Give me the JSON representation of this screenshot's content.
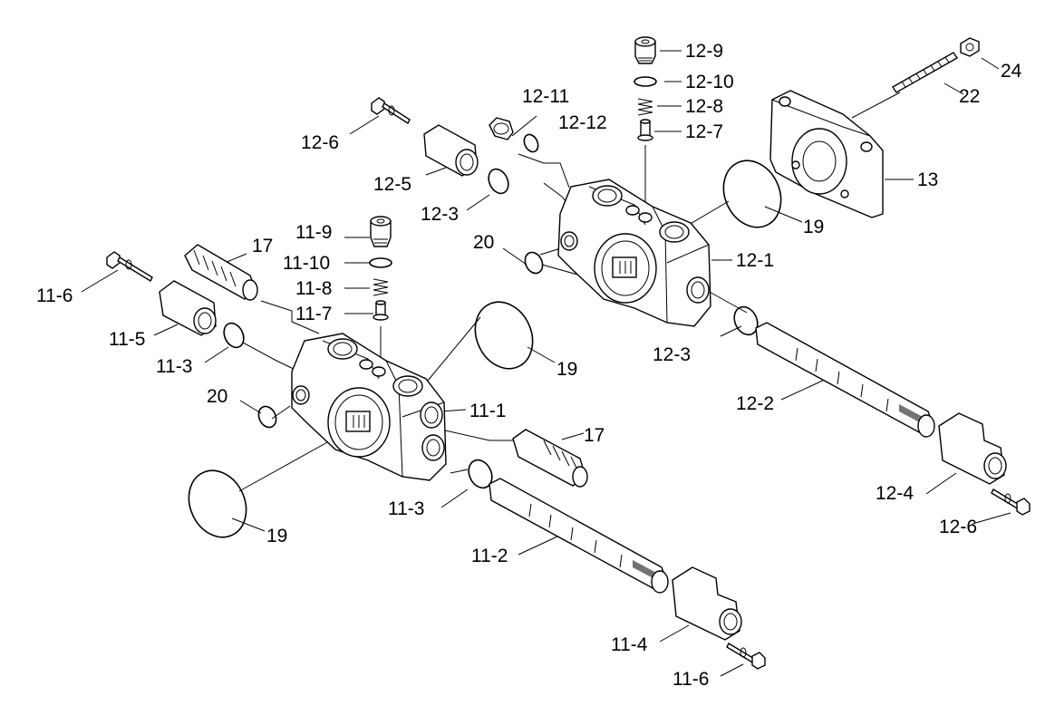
{
  "labels": {
    "l_12_9": "12-9",
    "l_12_10": "12-10",
    "l_12_8": "12-8",
    "l_12_7": "12-7",
    "l_12_11": "12-11",
    "l_12_12": "12-12",
    "l_12_6a": "12-6",
    "l_12_5": "12-5",
    "l_12_3a": "12-3",
    "l_12_1": "12-1",
    "l_12_3b": "12-3",
    "l_12_2": "12-2",
    "l_12_4": "12-4",
    "l_12_6b": "12-6",
    "l_13": "13",
    "l_22": "22",
    "l_24": "24",
    "l_19a": "19",
    "l_19b": "19",
    "l_19c": "19",
    "l_20a": "20",
    "l_20b": "20",
    "l_17a": "17",
    "l_17b": "17",
    "l_11_9": "11-9",
    "l_11_10": "11-10",
    "l_11_8": "11-8",
    "l_11_7": "11-7",
    "l_11_6a": "11-6",
    "l_11_5": "11-5",
    "l_11_3a": "11-3",
    "l_11_1": "11-1",
    "l_11_3b": "11-3",
    "l_11_2": "11-2",
    "l_11_4": "11-4",
    "l_11_6b": "11-6"
  }
}
